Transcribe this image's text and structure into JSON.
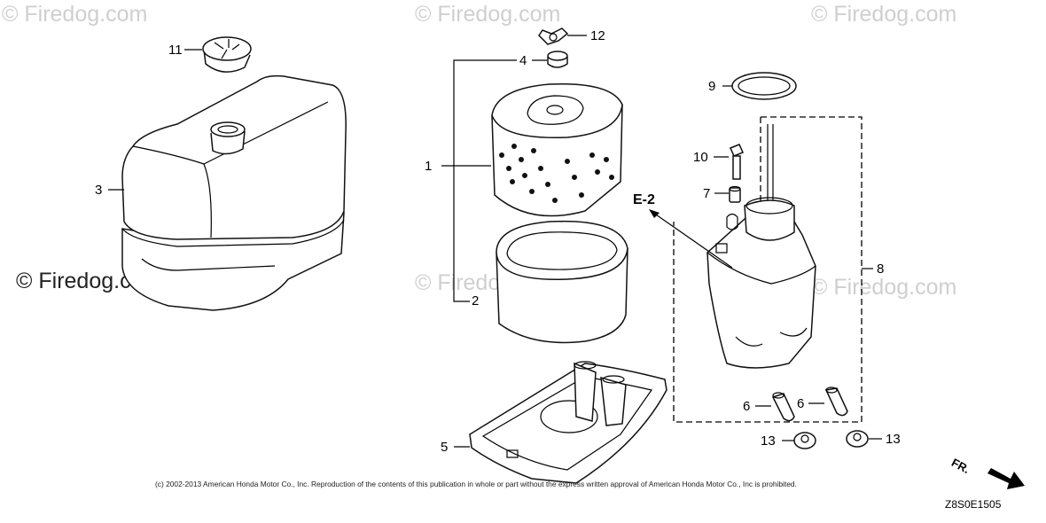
{
  "watermark": {
    "text": "© Firedog.com"
  },
  "callouts": [
    {
      "id": "11",
      "label": "11"
    },
    {
      "id": "12",
      "label": "12"
    },
    {
      "id": "4",
      "label": "4"
    },
    {
      "id": "9",
      "label": "9"
    },
    {
      "id": "1",
      "label": "1"
    },
    {
      "id": "10",
      "label": "10"
    },
    {
      "id": "3",
      "label": "3"
    },
    {
      "id": "7",
      "label": "7"
    },
    {
      "id": "8",
      "label": "8"
    },
    {
      "id": "2",
      "label": "2"
    },
    {
      "id": "6a",
      "label": "6"
    },
    {
      "id": "6b",
      "label": "6"
    },
    {
      "id": "13a",
      "label": "13"
    },
    {
      "id": "13b",
      "label": "13"
    },
    {
      "id": "5",
      "label": "5"
    }
  ],
  "reference_label": "E-2",
  "copyright": "(c) 2002-2013 American Honda Motor Co., Inc. Reproduction of the contents of this publication in whole or part without the express written approval of American Honda Motor Co., Inc is prohibited.",
  "diagram_code": "Z8S0E1505",
  "direction_label": "FR."
}
